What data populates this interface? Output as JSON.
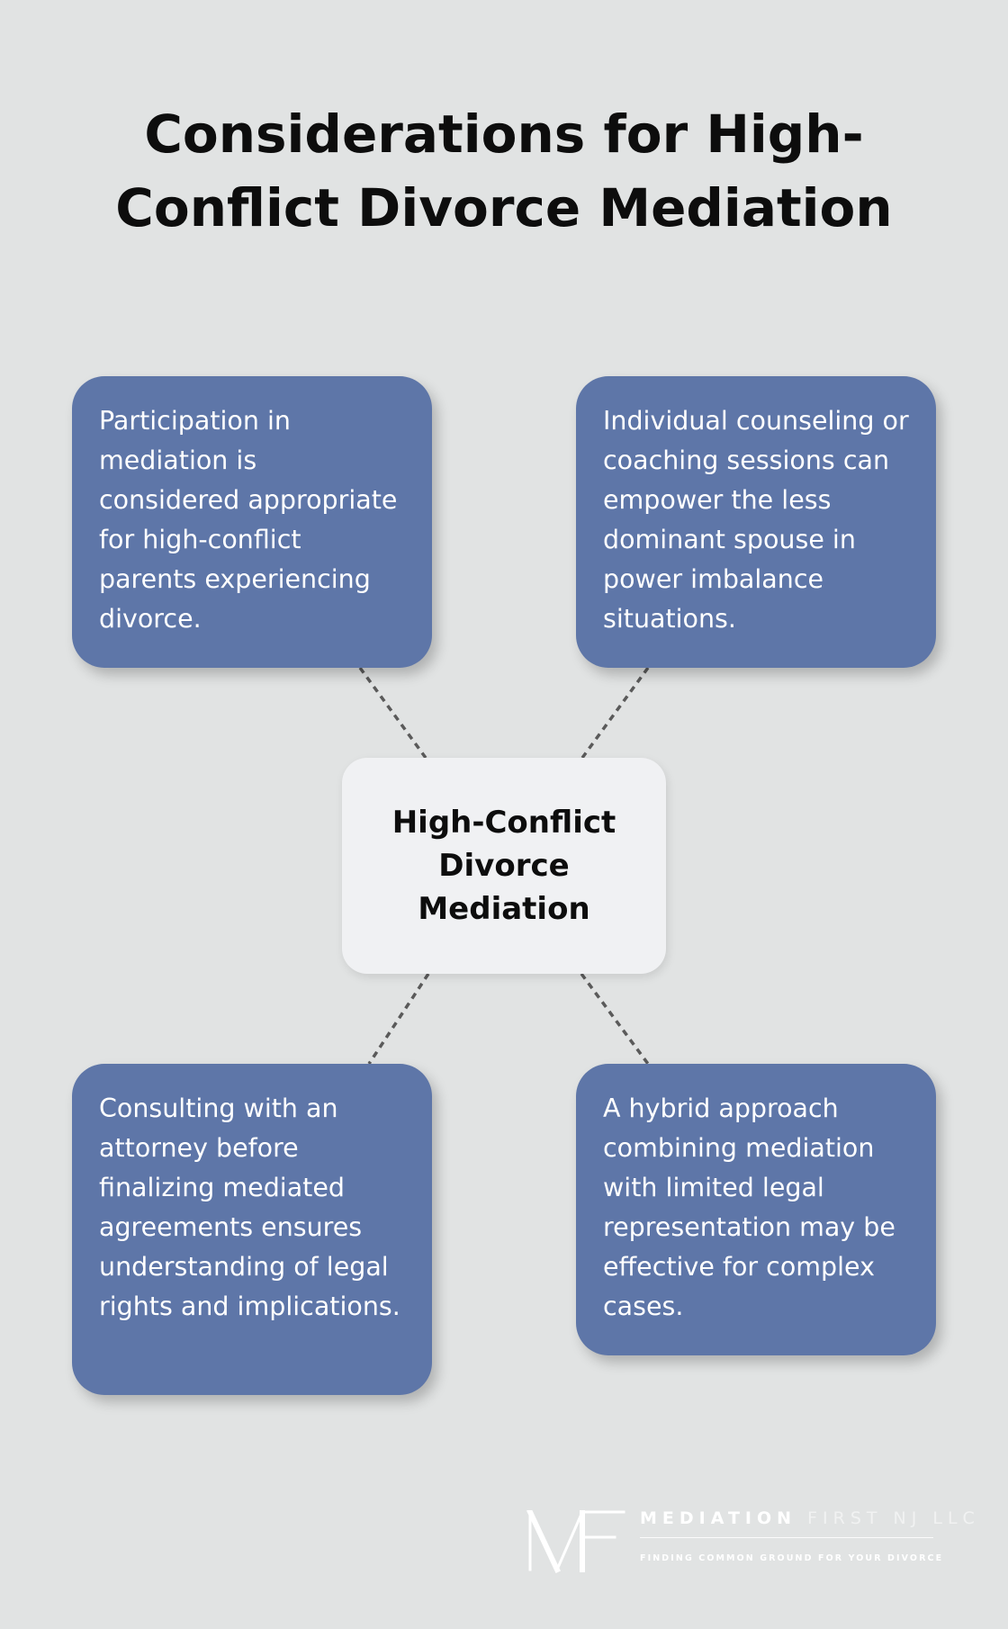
{
  "title": "Considerations for High-Conflict Divorce Mediation",
  "center": {
    "label": "High-Conflict Divorce Mediation"
  },
  "nodes": [
    {
      "position": "top-left",
      "text": "Participation in mediation is considered appropriate for high-conflict parents experiencing divorce."
    },
    {
      "position": "top-right",
      "text": "Individual counseling or coaching sessions can empower the less dominant spouse in power imbalance situations."
    },
    {
      "position": "bottom-left",
      "text": "Consulting with an attorney before finalizing mediated agreements ensures understanding of legal rights and implications."
    },
    {
      "position": "bottom-right",
      "text": "A hybrid approach combining mediation with limited legal representation may be effective for complex cases."
    }
  ],
  "branding": {
    "company_bold": "MEDIATION",
    "company_light": "FIRST NJ LLC",
    "tagline": "FINDING COMMON GROUND FOR YOUR DIVORCE"
  },
  "colors": {
    "background": "#e1e3e3",
    "card": "#5e76a8",
    "center_box": "#f0f1f3",
    "connector": "#5a5a5a"
  }
}
